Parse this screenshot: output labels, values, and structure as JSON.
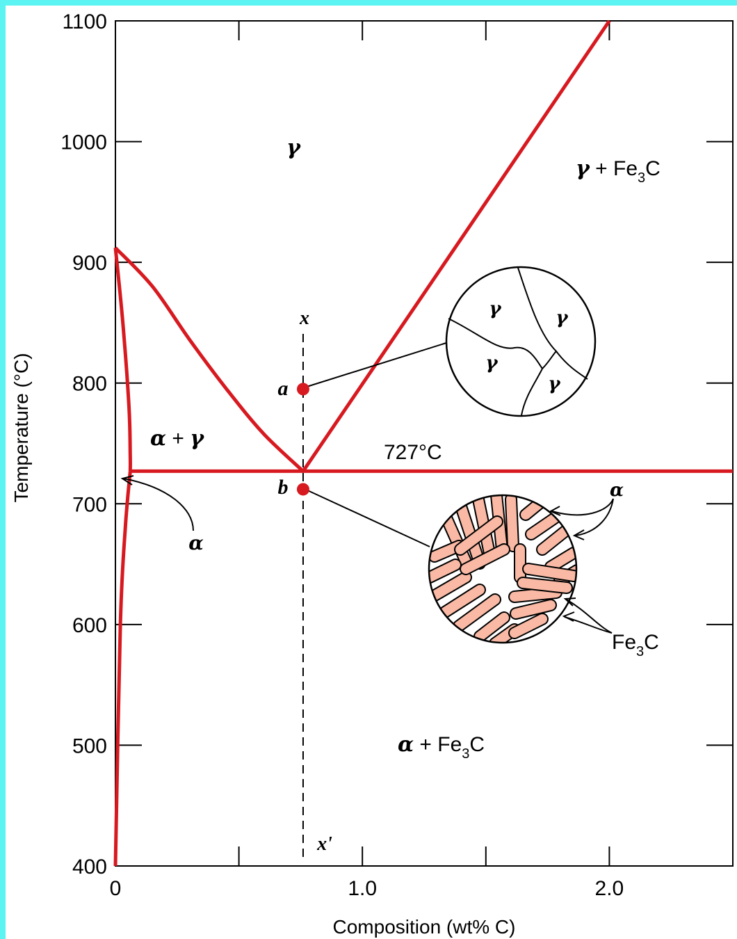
{
  "axes": {
    "x_title": "Composition (wt% C)",
    "y_title": "Temperature (°C)",
    "x_ticks": [
      {
        "value": 0,
        "label": "0"
      },
      {
        "value": 1.0,
        "label": "1.0"
      },
      {
        "value": 2.0,
        "label": "2.0"
      }
    ],
    "x_minor_ticks": [
      0.5,
      1.5
    ],
    "y_ticks": [
      {
        "value": 400,
        "label": "400"
      },
      {
        "value": 500,
        "label": "500"
      },
      {
        "value": 600,
        "label": "600"
      },
      {
        "value": 700,
        "label": "700"
      },
      {
        "value": 800,
        "label": "800"
      },
      {
        "value": 900,
        "label": "900"
      },
      {
        "value": 1000,
        "label": "1000"
      },
      {
        "value": 1100,
        "label": "1100"
      }
    ],
    "x_range": [
      0,
      2.5
    ],
    "y_range": [
      400,
      1100
    ]
  },
  "regions": {
    "gamma": {
      "greek": "γ"
    },
    "gamma_fe3c": {
      "greek": "γ",
      "plus": " + Fe",
      "sub": "3",
      "tail": "C"
    },
    "alpha_gamma": {
      "greek1": "α",
      "plus": " + ",
      "greek2": "γ"
    },
    "alpha_fe3c": {
      "greek": "α",
      "plus": " + Fe",
      "sub": "3",
      "tail": "C"
    }
  },
  "eutectoid_label": "727°C",
  "alpha_pointer": "α",
  "vertical_line": {
    "composition": 0.76,
    "top_label": "x",
    "bottom_label": "x'"
  },
  "points": [
    {
      "id": "a",
      "label": "a",
      "composition": 0.76,
      "temperature": 795
    },
    {
      "id": "b",
      "label": "b",
      "composition": 0.76,
      "temperature": 712
    }
  ],
  "austenite_grains": {
    "labels": [
      "γ",
      "γ",
      "γ",
      "γ"
    ]
  },
  "pearlite_callouts": {
    "alpha": "α",
    "fe3c": {
      "main": "Fe",
      "sub": "3",
      "tail": "C"
    }
  },
  "phase_boundaries": {
    "a3_line": [
      [
        0.0,
        912
      ],
      [
        0.15,
        880
      ],
      [
        0.3,
        836
      ],
      [
        0.45,
        795
      ],
      [
        0.6,
        758
      ],
      [
        0.76,
        727
      ]
    ],
    "acm_line": [
      [
        0.76,
        727
      ],
      [
        2.0,
        1100
      ]
    ],
    "alpha_solvus_top": [
      [
        0.0,
        912
      ],
      [
        0.03,
        850
      ],
      [
        0.055,
        780
      ],
      [
        0.06,
        740
      ],
      [
        0.06,
        727
      ]
    ],
    "alpha_solvus_bottom": [
      [
        0.0,
        400
      ],
      [
        0.02,
        600
      ],
      [
        0.04,
        680
      ],
      [
        0.06,
        727
      ]
    ],
    "eutectoid": {
      "x_start": 0.06,
      "x_end": 2.5,
      "temperature": 727
    }
  },
  "colors": {
    "boundary": "#d71920",
    "lamella_fill": "#f9b9a4",
    "frame_border": "#5cf3f3"
  }
}
